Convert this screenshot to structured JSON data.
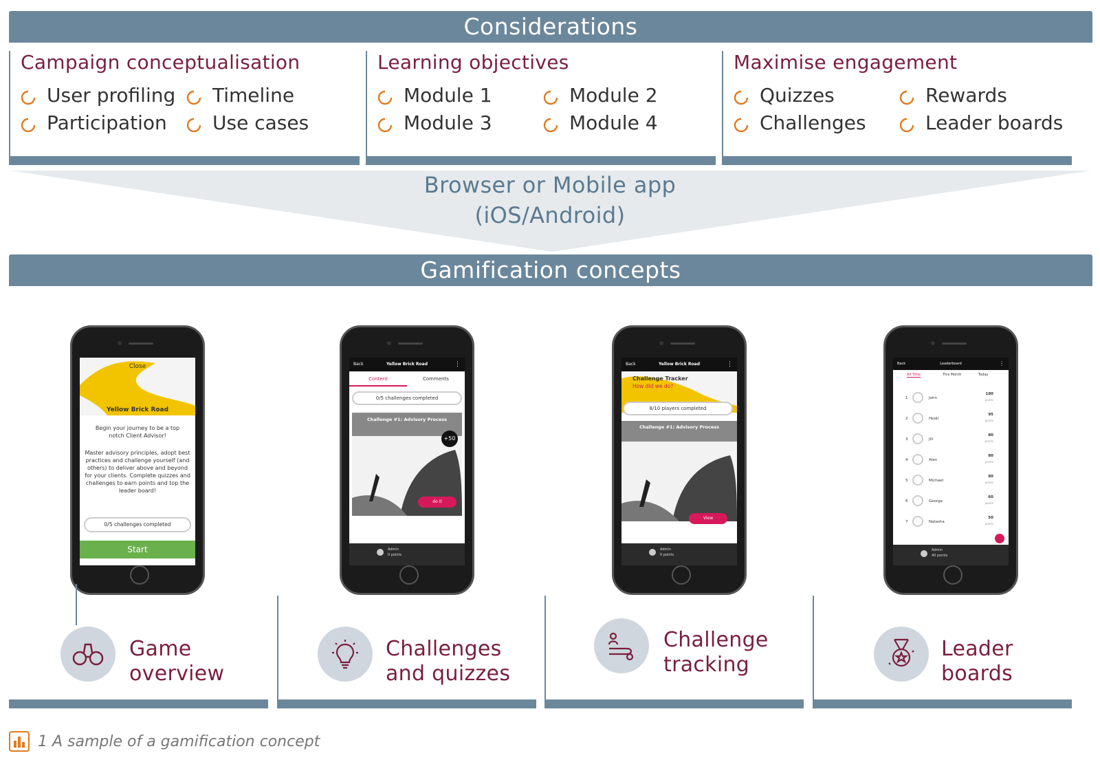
{
  "considerations": {
    "title": "Considerations",
    "panels": [
      {
        "heading": "Campaign conceptualisation",
        "items": [
          "User profiling",
          "Timeline",
          "Participation",
          "Use cases"
        ]
      },
      {
        "heading": "Learning objectives",
        "items": [
          "Module 1",
          "Module 2",
          "Module 3",
          "Module 4"
        ]
      },
      {
        "heading": "Maximise engagement",
        "items": [
          "Quizzes",
          "Rewards",
          "Challenges",
          "Leader boards"
        ]
      }
    ]
  },
  "platform": {
    "line1": "Browser or Mobile app",
    "line2": "(iOS/Android)"
  },
  "gamification": {
    "title": "Gamification concepts",
    "features": [
      {
        "line1": "Game",
        "line2": "overview",
        "icon": "binoculars-icon"
      },
      {
        "line1": "Challenges",
        "line2": "and quizzes",
        "icon": "lightbulb-icon"
      },
      {
        "line1": "Challenge",
        "line2": "tracking",
        "icon": "route-icon"
      },
      {
        "line1": "Leader",
        "line2": "boards",
        "icon": "medal-icon"
      }
    ]
  },
  "screens": {
    "overview": {
      "close": "Close",
      "title": "Yellow Brick Road",
      "intro": "Begin your journey to be a top notch Client Advisor!",
      "body": "Master advisory principles, adopt best practices and challenge yourself (and others) to deliver above and beyond for your clients. Complete quizzes and challenges to earn points and top the leader board!",
      "progress": "0/5 challenges completed",
      "start": "Start"
    },
    "challenges": {
      "back": "Back",
      "title": "Yellow Brick Road",
      "tab1": "Content",
      "tab2": "Comments",
      "progress": "0/5 challenges completed",
      "challenge": "Challenge #1: Advisory Process",
      "points_badge": "+50",
      "action": "do it",
      "user": "Admin",
      "user_points": "0 points"
    },
    "tracking": {
      "back": "Back",
      "title": "Yellow Brick Road",
      "tracker": "Challenge Tracker",
      "tracker_sub": "How did we do?",
      "progress": "8/10 players completed",
      "challenge": "Challenge #1: Advisory Process",
      "action": "View",
      "user": "Admin",
      "user_points": "0 points"
    },
    "leaderboard": {
      "back": "Back",
      "title": "Leaderboard",
      "tabs": [
        "All Time",
        "This Month",
        "Today"
      ],
      "rows": [
        {
          "rank": "1",
          "name": "John",
          "points": "180"
        },
        {
          "rank": "2",
          "name": "Heidi",
          "points": "95"
        },
        {
          "rank": "3",
          "name": "Jill",
          "points": "80"
        },
        {
          "rank": "4",
          "name": "Alan",
          "points": "80"
        },
        {
          "rank": "5",
          "name": "Michael",
          "points": "80"
        },
        {
          "rank": "6",
          "name": "George",
          "points": "60"
        },
        {
          "rank": "7",
          "name": "Natasha",
          "points": "50"
        }
      ],
      "points_unit": "points",
      "user": "Admin",
      "user_points": "40 points"
    }
  },
  "caption": "1 A sample of a gamification concept",
  "colors": {
    "bar": "#6b879b",
    "heading": "#7a1f3d",
    "accent": "#e07b1f",
    "funnel": "#e6eaed",
    "yellow": "#f2c400",
    "green": "#6ab04c",
    "pink": "#d6195a"
  }
}
